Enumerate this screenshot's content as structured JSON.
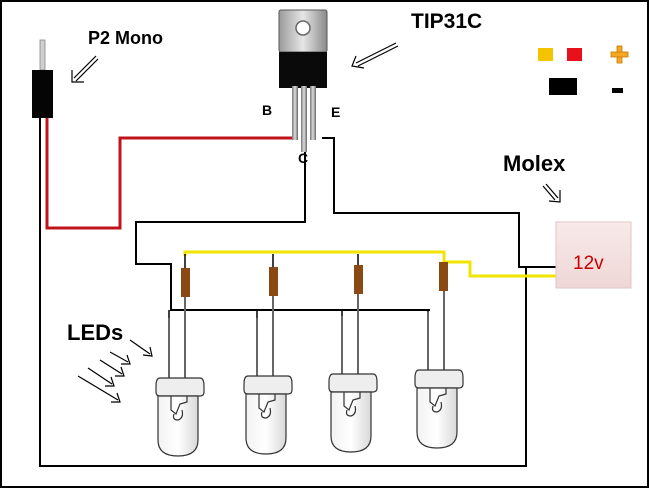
{
  "labels": {
    "p2_mono": "P2 Mono",
    "tip31c": "TIP31C",
    "base": "B",
    "emitter": "E",
    "collector": "C",
    "molex": "Molex",
    "voltage": "12v",
    "leds": "LEDs"
  },
  "legend": {
    "plus_symbol": "+",
    "minus_symbol": "-",
    "positive_colors": [
      "#f5c400",
      "#e8101a"
    ],
    "negative_color": "#000000",
    "plus_color": "#f5a623"
  },
  "colors": {
    "red_wire": "#c0141c",
    "yellow_wire": "#f0e400",
    "black_wire": "#000000",
    "resistor": "#8b4a14",
    "molex_box": "#f4e0e0",
    "voltage_text": "#c80000",
    "border": "#000000"
  },
  "led_count": 4
}
